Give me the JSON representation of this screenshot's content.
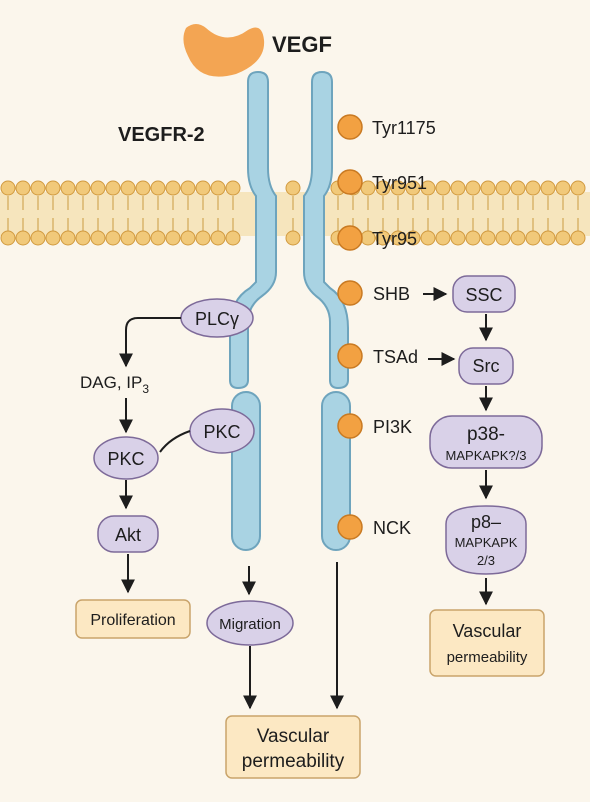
{
  "ligand": "VEGF",
  "receptor": "VEGFR-2",
  "residues": [
    "Tyr1175",
    "Tyr951",
    "Tyr95"
  ],
  "adaptors": [
    "SHB",
    "TSAd",
    "PI3K",
    "NCK"
  ],
  "left_pathway": {
    "plc": "PLCγ",
    "messengers": "DAG, IP",
    "messengers_sub": "3",
    "pkc_right": "PKC",
    "pkc_left": "PKC",
    "akt": "Akt",
    "outcome": "Proliferation"
  },
  "center_pathway": {
    "migration": "Migration",
    "outcome_line1": "Vascular",
    "outcome_line2": "permeability"
  },
  "right_pathway": {
    "ssc": "SSC",
    "src": "Src",
    "p38_line1": "p38-",
    "p38_line2": "MAPKAPK?/3",
    "p8_line1": "p8–",
    "p8_line2": "MAPKAPK",
    "p8_line3": "2/3",
    "outcome_line1": "Vascular",
    "outcome_line2": "permeability"
  },
  "colors": {
    "background": "#fbf6ec",
    "receptor": "#a9d3e3",
    "receptor_stroke": "#6ea4bd",
    "ligand": "#f3a553",
    "tyrosine": "#f2a142",
    "membrane_head": "#f1c97a",
    "membrane_tail": "#f6e5bd",
    "node_fill": "#d9d1e8",
    "node_stroke": "#7d6a99",
    "outcome_fill": "#fce8c3",
    "outcome_stroke": "#c9a46b"
  }
}
